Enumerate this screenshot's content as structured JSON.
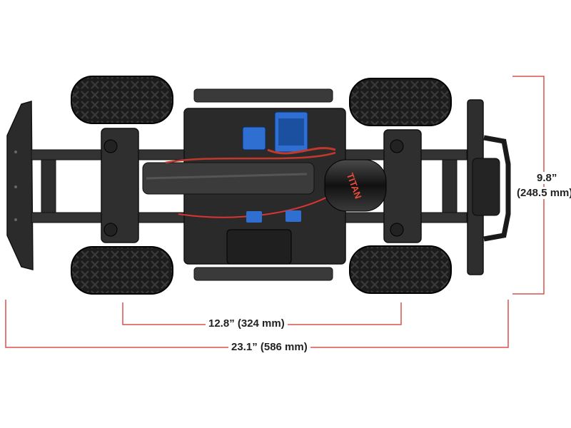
{
  "dimensions": {
    "height": {
      "imperial": "9.8”",
      "metric": "(248.5 mm)"
    },
    "wheelbase": {
      "text": "12.8” (324 mm)"
    },
    "overall_length": {
      "text": "23.1” (586 mm)"
    }
  },
  "colors": {
    "dimension_line": "#d9534f",
    "chassis": "#2a2a2a",
    "tire": "#1e1e1e",
    "esc_blue": "#2f6fd1",
    "motor_red": "#c0392b"
  },
  "decals": {
    "motor_brand": "TITAN"
  }
}
